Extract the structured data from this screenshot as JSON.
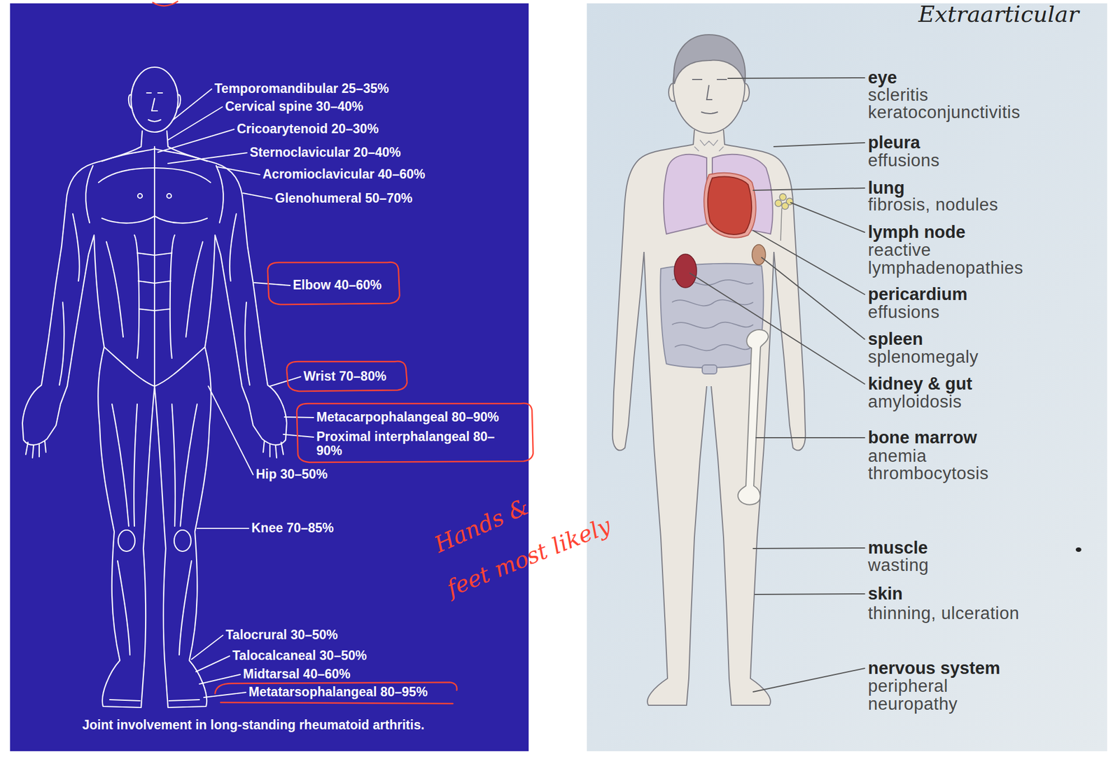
{
  "diagram": {
    "caption": "Joint involvement in long-standing rheumatoid arthritis.",
    "labels": [
      "Temporomandibular 25–35%",
      "Cervical spine 30–40%",
      "Cricoarytenoid 20–30%",
      "Sternoclavicular 20–40%",
      "Acromioclavicular 40–60%",
      "Glenohumeral 50–70%",
      "Elbow 40–60%",
      "Wrist 70–80%",
      "Metacarpophalangeal 80–90%",
      "Proximal interphalangeal 80–90%",
      "Hip 30–50%",
      "Knee 70–85%",
      "Talocrural 30–50%",
      "Talocalcaneal 30–50%",
      "Midtarsal 40–60%",
      "Metatarsophalangeal 80–95%",
      "Hands &",
      "feet most likely",
      "Extraarticular",
      "eye",
      "scleritis",
      "keratoconjunctivitis",
      "pleura",
      "effusions",
      "lung",
      "fibrosis, nodules",
      "lymph node",
      "reactive lymphadenopathies",
      "pericardium",
      "effusions",
      "spleen",
      "splenomegaly",
      "kidney & gut",
      "amyloidosis",
      "bone marrow",
      "anemia",
      "thrombocytosis",
      "muscle",
      "wasting",
      "skin",
      "thinning, ulceration",
      "nervous system",
      "peripheral neuropathy"
    ]
  }
}
